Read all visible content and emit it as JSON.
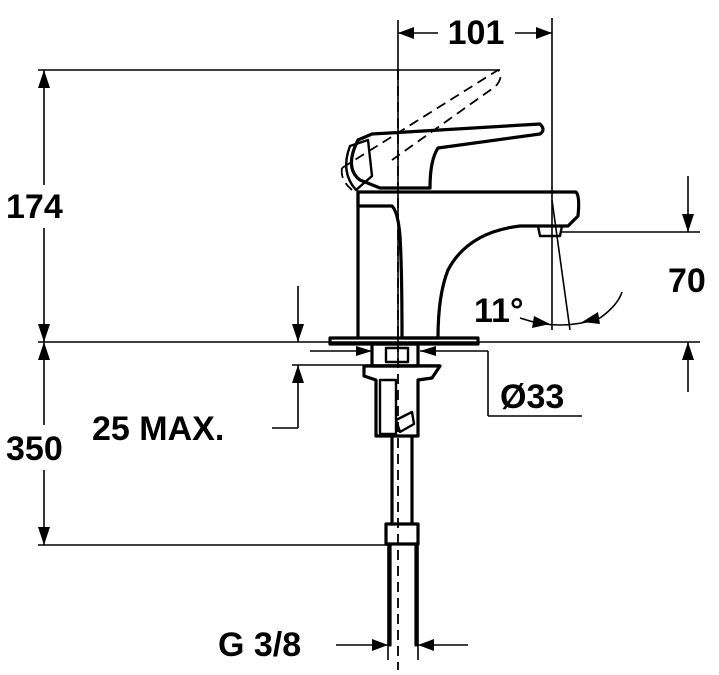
{
  "dimensions": {
    "spout_reach": "101",
    "total_height": "174",
    "spout_height": "70",
    "spout_angle": "11°",
    "hose_length": "350",
    "max_deck_thickness": "25 MAX.",
    "hole_diameter": "Ø33",
    "connection_thread": "G 3/8"
  }
}
